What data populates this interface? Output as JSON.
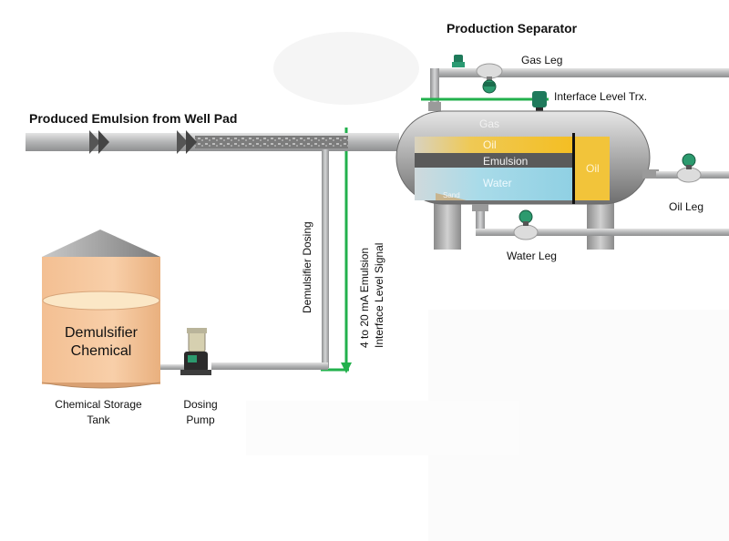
{
  "title": "Production Separator",
  "inlet_label": "Produced Emulsion from Well Pad",
  "gas_leg": "Gas Leg",
  "interface_trx": "Interface Level Trx.",
  "oil_leg": "Oil  Leg",
  "water_leg": "Water Leg",
  "vessel": {
    "gas": "Gas",
    "oil": "Oil",
    "emulsion": "Emulsion",
    "water": "Water",
    "sand": "Sand",
    "oil_bucket": "Oil"
  },
  "dosing_line_label": "Demulsifier Dosing",
  "signal_line1": "4 to 20 mA Emulsion",
  "signal_line2": "Interface Level Signal",
  "tank_contents_line1": "Demulsifier",
  "tank_contents_line2": "Chemical",
  "tank_label_line1": "Chemical Storage",
  "tank_label_line2": "Tank",
  "pump_label_line1": "Dosing",
  "pump_label_line2": "Pump",
  "colors": {
    "pipe": "#b9babb",
    "signal": "#22b14c",
    "oil": "#f2c43a",
    "water": "#a8dbe8",
    "emulsion": "#555555",
    "chemical": "#f6c9a0"
  }
}
